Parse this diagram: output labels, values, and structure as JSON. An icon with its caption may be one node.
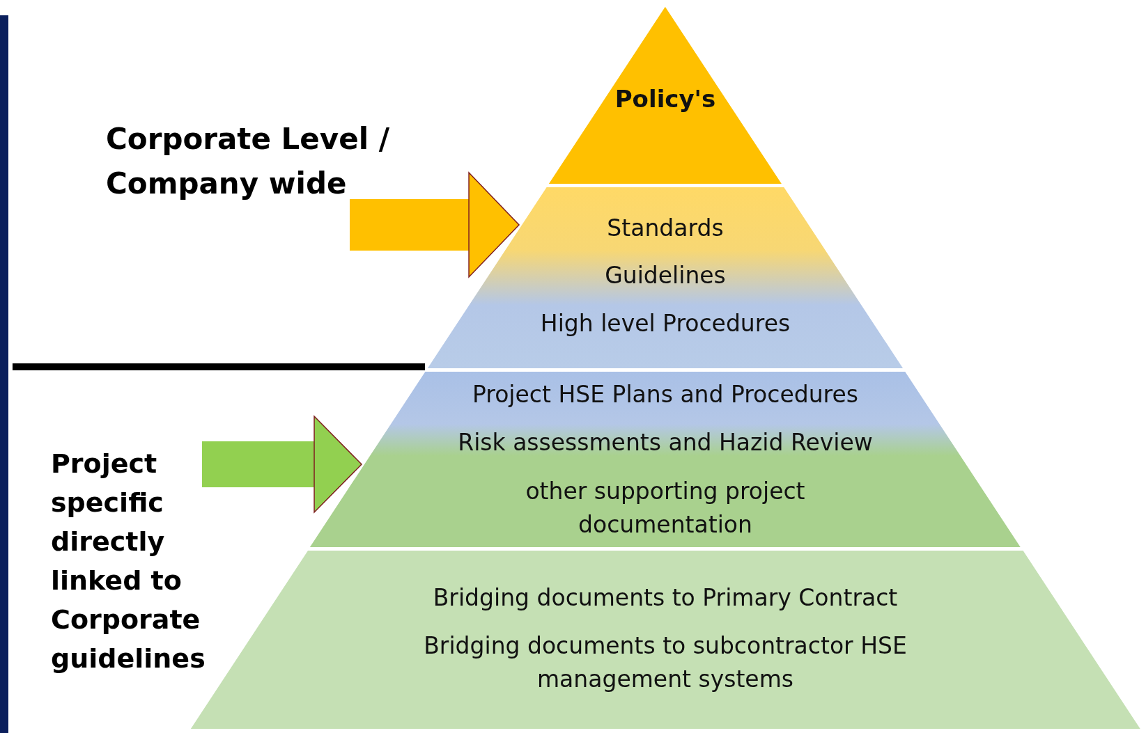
{
  "diagram": {
    "nodes": [
      {
        "text": [
          "Policy's"
        ]
      },
      {
        "text": [
          "Standards",
          "Guidelines",
          "High level Procedures"
        ]
      },
      {
        "text": [
          "Project HSE Plans and Procedures",
          "Risk assessments and Hazid Review",
          "other supporting project documentation"
        ]
      },
      {
        "text": [
          "Bridging documents to Primary Contract",
          "Bridging documents to subcontractor HSE management systems"
        ]
      },
      {
        "text": [
          "Corporate Level / Company wide"
        ]
      },
      {
        "text": [
          "Project specific directly linked to Corporate guidelines"
        ]
      }
    ],
    "edges": [
      {
        "from": 4,
        "to": 1,
        "arrow": "to",
        "color": "#ffc000"
      },
      {
        "from": 5,
        "to": 2,
        "arrow": "to",
        "color": "#92d050"
      }
    ]
  }
}
